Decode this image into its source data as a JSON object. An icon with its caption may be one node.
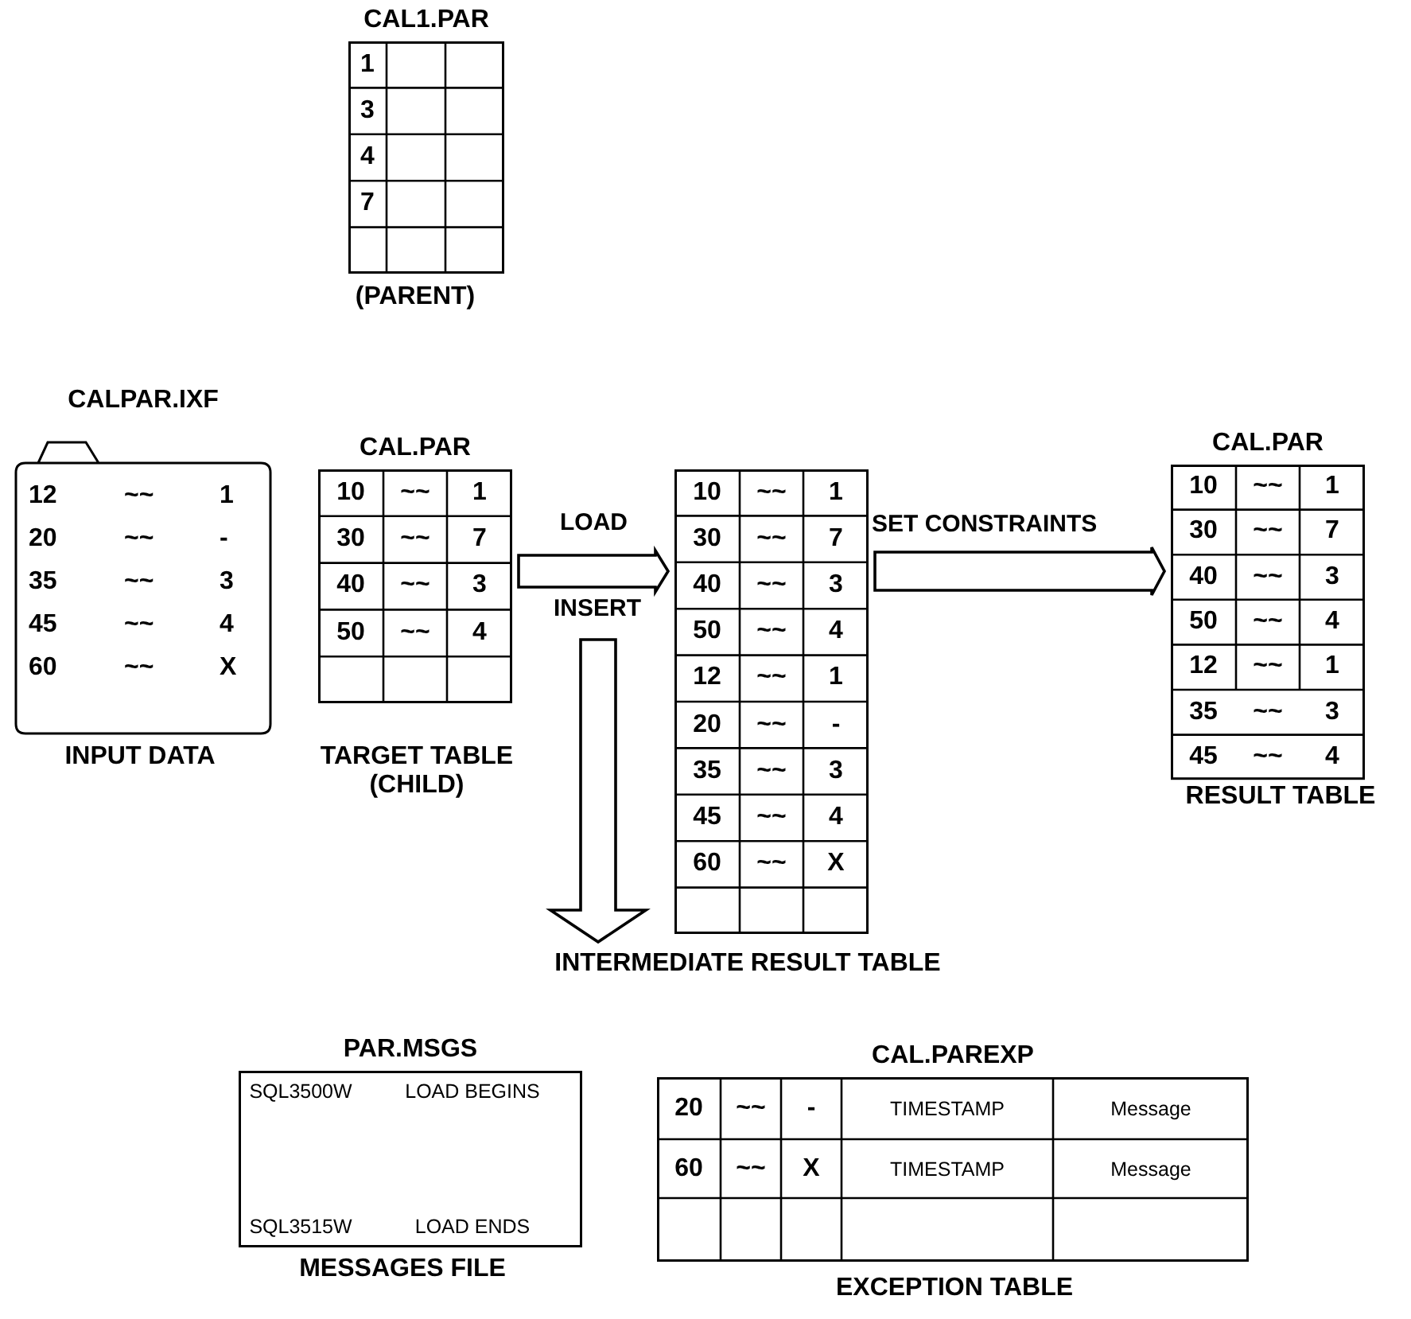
{
  "diagram": {
    "nodes": [
      {
        "text": [
          "CAL1.PAR",
          "1",
          "3",
          "4",
          "7"
        ],
        "beside": [
          "(PARENT)"
        ]
      },
      {
        "text": [
          "CALPAR.IXF",
          "12",
          "~~",
          "1",
          "20",
          "~~",
          "-",
          "35",
          "~~",
          "3",
          "45",
          "~~",
          "4",
          "60",
          "~~",
          "X"
        ],
        "beside": [
          "INPUT DATA"
        ]
      },
      {
        "text": [
          "CAL.PAR",
          "10",
          "~~",
          "1",
          "30",
          "~~",
          "7",
          "40",
          "~~",
          "3",
          "50",
          "~~",
          "4"
        ],
        "beside": [
          "TARGET TABLE (CHILD)"
        ]
      },
      {
        "text": [
          "10",
          "~~",
          "1",
          "30",
          "~~",
          "7",
          "40",
          "~~",
          "3",
          "50",
          "~~",
          "4",
          "12",
          "~~",
          "1",
          "20",
          "~~",
          "-",
          "35",
          "~~",
          "3",
          "45",
          "~~",
          "4",
          "60",
          "~~",
          "X"
        ],
        "beside": [
          "INTERMEDIATE RESULT TABLE"
        ]
      },
      {
        "text": [
          "CAL.PAR",
          "10",
          "~~",
          "1",
          "30",
          "~~",
          "7",
          "40",
          "~~",
          "3",
          "50",
          "~~",
          "4",
          "12",
          "~~",
          "1",
          "35",
          "~~",
          "3",
          "45",
          "~~",
          "4"
        ],
        "beside": [
          "RESULT TABLE"
        ]
      },
      {
        "text": [
          "PAR.MSGS",
          "SQL3500W",
          "LOAD BEGINS",
          "SQL3515W",
          "LOAD ENDS"
        ],
        "beside": [
          "MESSAGES FILE"
        ]
      },
      {
        "text": [
          "CAL.PAREXP",
          "20",
          "~~",
          "-",
          "TIMESTAMP",
          "Message",
          "60",
          "~~",
          "X",
          "TIMESTAMP",
          "Message"
        ],
        "beside": [
          "EXCEPTION TABLE"
        ]
      }
    ],
    "edges": [
      {
        "from": 2,
        "to": 3,
        "arrow": "to"
      },
      {
        "from": 3,
        "to": 4,
        "arrow": "to"
      },
      {
        "from": 2,
        "to": null,
        "arrow": "to"
      }
    ],
    "labels": [
      "LOAD",
      "INSERT",
      "SET CONSTRAINTS"
    ]
  }
}
